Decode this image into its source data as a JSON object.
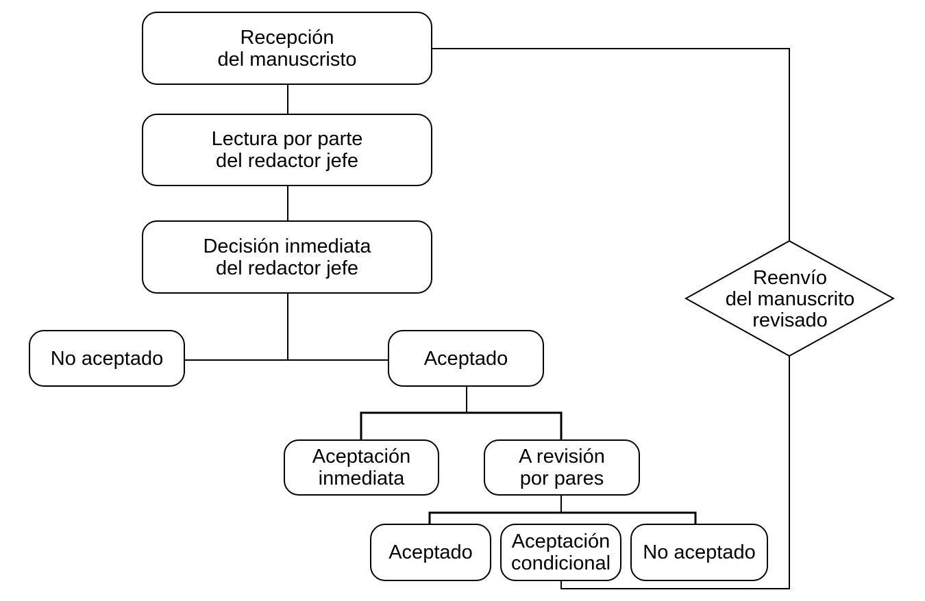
{
  "nodes": {
    "reception": {
      "line1": "Recepción",
      "line2": "del manuscristo"
    },
    "reading": {
      "line1": "Lectura por parte",
      "line2": "del redactor jefe"
    },
    "decision": {
      "line1": "Decisión inmediata",
      "line2": "del redactor jefe"
    },
    "not_accepted_1": {
      "line1": "No aceptado"
    },
    "accepted_1": {
      "line1": "Aceptado"
    },
    "immediate_acceptance": {
      "line1": "Aceptación",
      "line2": "inmediata"
    },
    "peer_review": {
      "line1": "A revisión",
      "line2": "por pares"
    },
    "accepted_2": {
      "line1": "Aceptado"
    },
    "conditional_acceptance": {
      "line1": "Aceptación",
      "line2": "condicional"
    },
    "not_accepted_2": {
      "line1": "No aceptado"
    },
    "resubmission": {
      "line1": "Reenvío",
      "line2": "del manuscrito",
      "line3": "revisado"
    }
  }
}
